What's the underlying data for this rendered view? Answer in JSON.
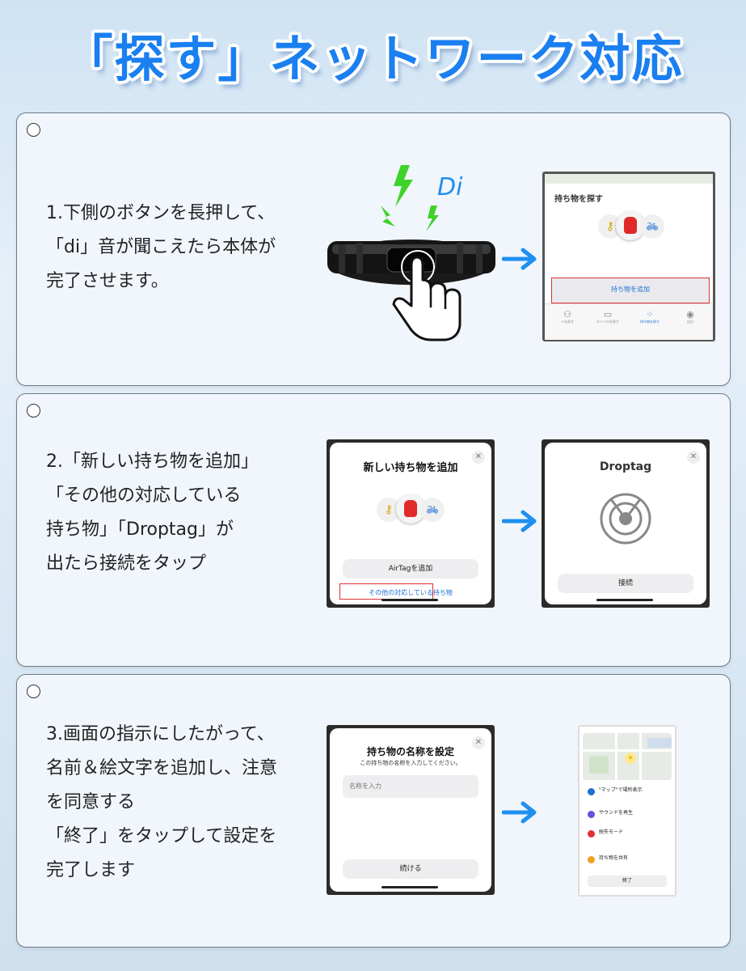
{
  "title": "「探す」ネットワーク対応",
  "step1": {
    "lines": [
      "1.下側のボタンを長押して、",
      "「di」音が聞こえたら本体が",
      "完了させます。"
    ],
    "sound_label": "Di",
    "screen": {
      "header": "持ち物を探す",
      "add_button": "持ち物を追加",
      "tabs": [
        "人を探す",
        "デバイスを探す",
        "持ち物を探す",
        "自分"
      ]
    }
  },
  "step2": {
    "lines": [
      "2.「新しい持ち物を追加」",
      "「その他の対応している",
      "持ち物」「Droptag」が",
      "出たら接続をタップ"
    ],
    "screen_a": {
      "title": "新しい持ち物を追加",
      "airtag_button": "AirTagを追加",
      "other_link": "その他の対応している持ち物"
    },
    "screen_b": {
      "title": "Droptag",
      "connect_button": "接続"
    }
  },
  "step3": {
    "lines": [
      "3.画面の指示にしたがって、",
      "名前＆絵文字を追加し、注意",
      "を同意する",
      "「終了」をタップして設定を",
      "完了します"
    ],
    "screen_a": {
      "title": "持ち物の名称を設定",
      "subtitle": "この持ち物の名称を入力してください。",
      "placeholder": "名称を入力",
      "continue_button": "続ける"
    },
    "screen_b": {
      "finish_button": "終了",
      "features": [
        "\"マップ\"で場所表示",
        "サウンドを再生",
        "紛失モード",
        "持ち物を共有"
      ]
    }
  },
  "colors": {
    "title_blue": "#1a7ff0",
    "arrow_blue": "#1f8ff0",
    "highlight_red": "#e03030",
    "bolt_green": "#3fd22a"
  }
}
